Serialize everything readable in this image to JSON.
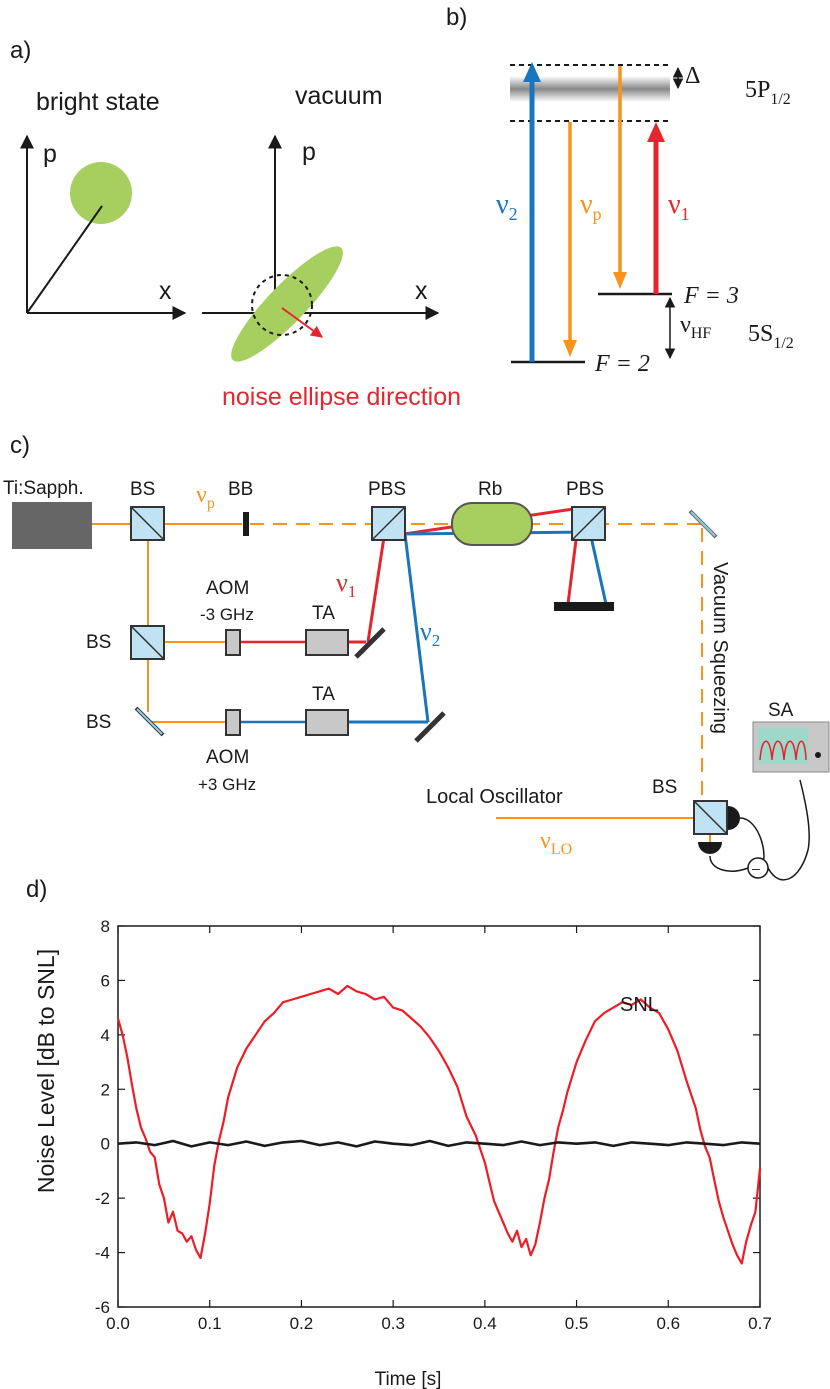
{
  "panel_a": {
    "label": "a)",
    "bright_title": "bright state",
    "vacuum_title": "vacuum",
    "axis_p": "p",
    "axis_x": "x",
    "noise_text": "noise ellipse direction",
    "colors": {
      "blob": "#a6cf60",
      "arrow": "#e3262f"
    }
  },
  "panel_b": {
    "label": "b)",
    "delta": "Δ",
    "level_5p_main": "5P",
    "level_5p_sub": "1/2",
    "level_5s_main": "5S",
    "level_5s_sub": "1/2",
    "nu": "ν",
    "sub_2": "2",
    "sub_p": "p",
    "sub_1": "1",
    "sub_hf": "HF",
    "f3": "F = 3",
    "f2": "F = 2",
    "colors": {
      "nu2": "#1a75bc",
      "nup": "#f7941d",
      "nu1": "#e3262f"
    }
  },
  "panel_c": {
    "label": "c)",
    "laser": "Ti:Sapph.",
    "bs": "BS",
    "bb": "BB",
    "pbs": "PBS",
    "rb": "Rb",
    "ta": "TA",
    "aom": "AOM",
    "aom1_freq": "-3 GHz",
    "aom2_freq": "+3 GHz",
    "sa": "SA",
    "nu": "ν",
    "sub_p": "p",
    "sub_1": "1",
    "sub_2": "2",
    "sub_lo": "LO",
    "vacuum_squeezing": "Vacuum Squeezing",
    "local_oscillator": "Local Oscillator",
    "minus": "–",
    "colors": {
      "pump": "#f7941d",
      "nu1": "#e3262f",
      "nu2": "#1a75bc",
      "cube": "#bfe3f2",
      "cell": "#a6cf60",
      "box": "#c8c8c8",
      "laser": "#666666"
    }
  },
  "panel_d": {
    "label": "d)",
    "snl_label": "SNL"
  },
  "chart_data": {
    "type": "line",
    "xlabel": "Time [s]",
    "ylabel": "Noise Level [dB to SNL]",
    "xlim": [
      0.0,
      0.7
    ],
    "ylim": [
      -6,
      8
    ],
    "xticks": [
      0.0,
      0.1,
      0.2,
      0.3,
      0.4,
      0.5,
      0.6,
      0.7
    ],
    "xtick_labels": [
      "0.0",
      "0.1",
      "0.2",
      "0.3",
      "0.4",
      "0.5",
      "0.6",
      "0.7"
    ],
    "yticks": [
      -6,
      -4,
      -2,
      0,
      2,
      4,
      6,
      8
    ],
    "ytick_labels": [
      "-6",
      "-4",
      "-2",
      "0",
      "2",
      "4",
      "6",
      "8"
    ],
    "grid": false,
    "series": [
      {
        "name": "",
        "color": "#ee1c25",
        "x": [
          0.0,
          0.005,
          0.01,
          0.015,
          0.02,
          0.025,
          0.03,
          0.035,
          0.04,
          0.045,
          0.05,
          0.055,
          0.06,
          0.065,
          0.07,
          0.075,
          0.08,
          0.085,
          0.09,
          0.095,
          0.1,
          0.105,
          0.11,
          0.115,
          0.12,
          0.13,
          0.14,
          0.15,
          0.16,
          0.17,
          0.18,
          0.19,
          0.2,
          0.21,
          0.22,
          0.23,
          0.24,
          0.25,
          0.26,
          0.27,
          0.28,
          0.29,
          0.3,
          0.31,
          0.32,
          0.33,
          0.34,
          0.35,
          0.36,
          0.37,
          0.38,
          0.39,
          0.4,
          0.405,
          0.41,
          0.415,
          0.42,
          0.425,
          0.43,
          0.435,
          0.44,
          0.445,
          0.45,
          0.455,
          0.46,
          0.465,
          0.47,
          0.475,
          0.48,
          0.485,
          0.49,
          0.5,
          0.51,
          0.52,
          0.53,
          0.54,
          0.55,
          0.56,
          0.57,
          0.58,
          0.59,
          0.6,
          0.61,
          0.62,
          0.63,
          0.635,
          0.64,
          0.645,
          0.65,
          0.655,
          0.66,
          0.665,
          0.67,
          0.675,
          0.68,
          0.685,
          0.69,
          0.695,
          0.7
        ],
        "y": [
          4.6,
          4.0,
          3.2,
          2.2,
          1.3,
          0.6,
          0.2,
          -0.3,
          -0.5,
          -1.5,
          -2.0,
          -2.9,
          -2.5,
          -3.2,
          -3.3,
          -3.6,
          -3.4,
          -3.9,
          -4.2,
          -3.3,
          -2.2,
          -0.8,
          0.1,
          0.8,
          1.7,
          2.8,
          3.5,
          4.0,
          4.5,
          4.8,
          5.2,
          5.3,
          5.4,
          5.5,
          5.6,
          5.7,
          5.5,
          5.8,
          5.6,
          5.5,
          5.3,
          5.4,
          5.0,
          4.9,
          4.6,
          4.3,
          3.9,
          3.4,
          2.8,
          2.1,
          1.0,
          0.3,
          -0.7,
          -1.4,
          -2.1,
          -2.5,
          -2.9,
          -3.3,
          -3.6,
          -3.2,
          -3.8,
          -3.5,
          -4.1,
          -3.7,
          -2.9,
          -2.0,
          -1.3,
          -0.3,
          0.6,
          1.2,
          1.9,
          3.0,
          3.8,
          4.5,
          4.8,
          5.0,
          5.2,
          5.1,
          5.3,
          5.0,
          4.8,
          4.2,
          3.4,
          2.3,
          1.3,
          0.5,
          -0.1,
          -0.5,
          -1.3,
          -2.1,
          -2.7,
          -3.2,
          -3.7,
          -4.1,
          -4.4,
          -3.6,
          -3.0,
          -2.5,
          -0.9
        ]
      },
      {
        "name": "SNL",
        "color": "#1a1a1a",
        "x": [
          0.0,
          0.02,
          0.04,
          0.06,
          0.08,
          0.1,
          0.12,
          0.14,
          0.16,
          0.18,
          0.2,
          0.22,
          0.24,
          0.26,
          0.28,
          0.3,
          0.32,
          0.34,
          0.36,
          0.38,
          0.4,
          0.42,
          0.44,
          0.46,
          0.48,
          0.5,
          0.52,
          0.54,
          0.56,
          0.58,
          0.6,
          0.62,
          0.64,
          0.66,
          0.68,
          0.7
        ],
        "y": [
          0.0,
          0.05,
          -0.05,
          0.1,
          -0.1,
          0.05,
          -0.05,
          0.08,
          -0.08,
          0.05,
          0.1,
          -0.05,
          0.05,
          -0.1,
          0.08,
          0.0,
          -0.05,
          0.1,
          -0.08,
          0.05,
          0.0,
          -0.05,
          0.08,
          -0.05,
          0.05,
          0.0,
          0.05,
          -0.08,
          0.05,
          0.0,
          -0.05,
          0.05,
          0.0,
          -0.05,
          0.05,
          0.0
        ]
      }
    ]
  }
}
